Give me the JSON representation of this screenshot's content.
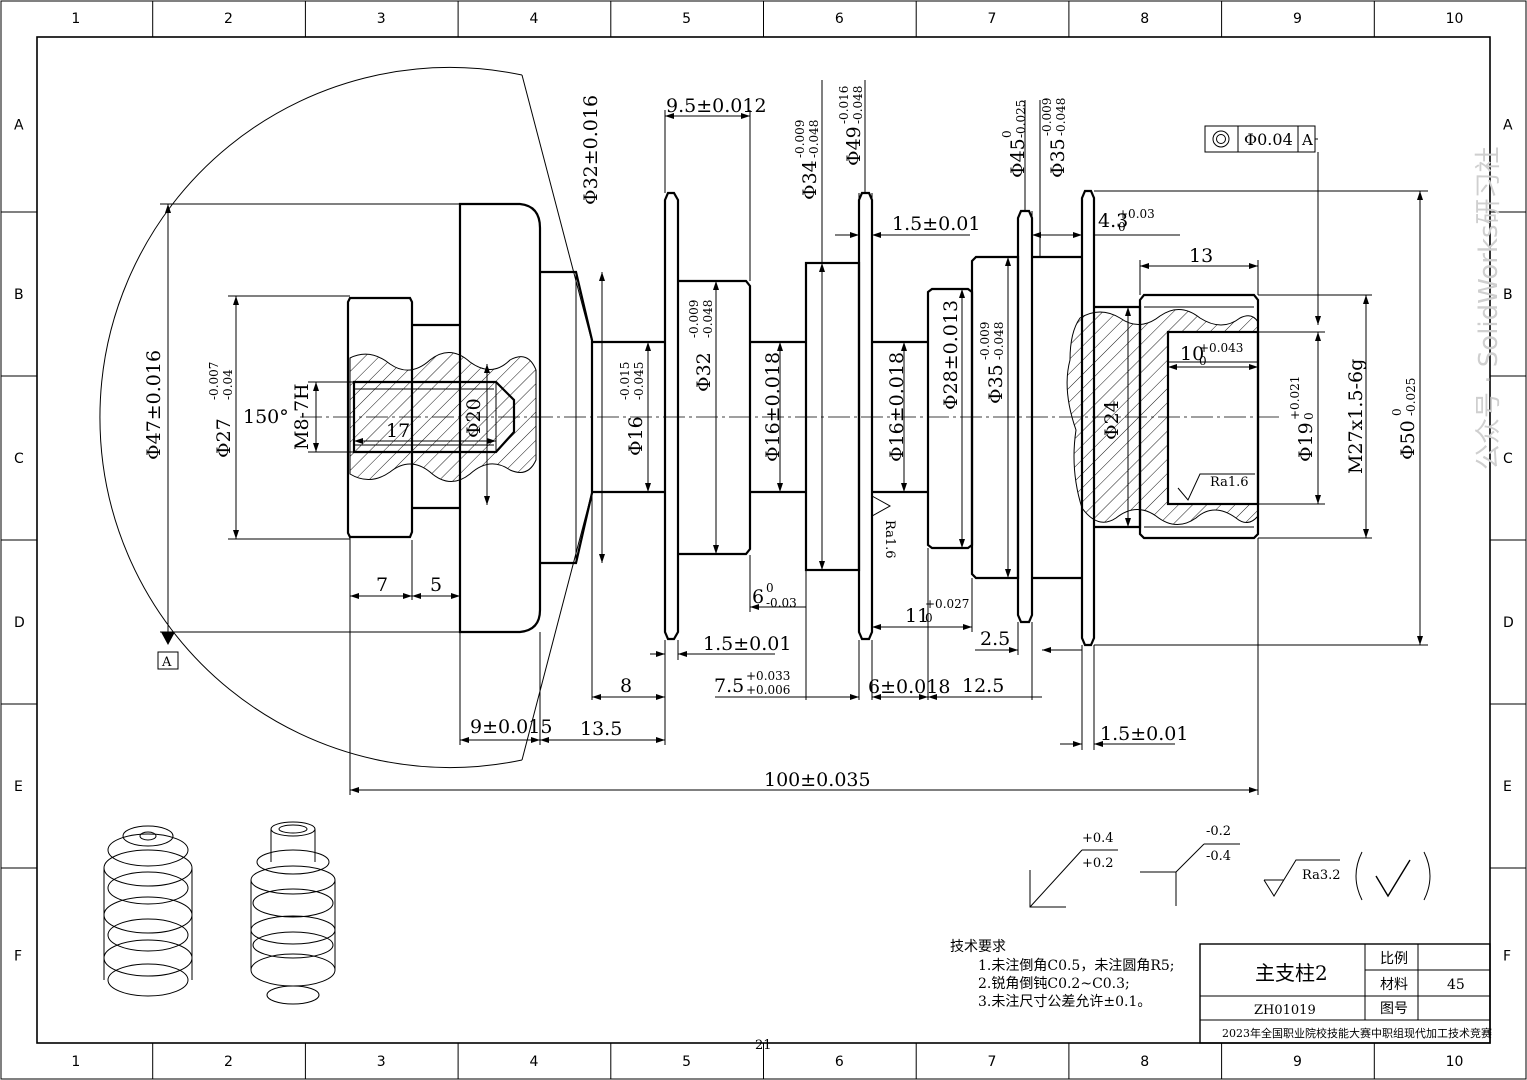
{
  "frame": {
    "columns": [
      "1",
      "2",
      "3",
      "4",
      "5",
      "6",
      "7",
      "8",
      "9",
      "10"
    ],
    "rows": [
      "A",
      "B",
      "C",
      "D",
      "E",
      "F"
    ],
    "page_number": "21"
  },
  "watermark": "公众号 · SolidWorks研习社",
  "datum": {
    "label": "A"
  },
  "geometric_tolerance": {
    "symbol": "◎",
    "value": "Φ0.04",
    "datum": "A"
  },
  "dimensions": {
    "d47": "Φ47±0.016",
    "d27": "Φ27",
    "d27_up": "-0.007",
    "d27_lo": "-0.04",
    "m8": "M8-7H",
    "angle": "150°",
    "len17": "17",
    "d20": "Φ20",
    "d32a": "Φ32±0.016",
    "d16a": "Φ16",
    "d16a_up": "-0.015",
    "d16a_lo": "-0.045",
    "w95": "9.5±0.012",
    "d32b": "Φ32",
    "d32b_up": "-0.009",
    "d32b_lo": "-0.048",
    "d34": "Φ34",
    "d34_up": "-0.009",
    "d34_lo": "-0.048",
    "d16b": "Φ16±0.018",
    "d49": "Φ49",
    "d49_up": "-0.016",
    "d49_lo": "-0.048",
    "w15a": "1.5±0.01",
    "d16c": "Φ16±0.018",
    "d28": "Φ28±0.013",
    "d35a": "Φ35",
    "d35a_up": "-0.009",
    "d35a_lo": "-0.048",
    "d45": "Φ45",
    "d45_up": "0",
    "d45_lo": "-0.025",
    "d35b": "Φ35",
    "d35b_up": "-0.009",
    "d35b_lo": "-0.048",
    "w43": "4.3",
    "w43_up": "+0.03",
    "w43_lo": "0",
    "len13": "13",
    "w10": "10",
    "w10_up": "+0.043",
    "w10_lo": "0",
    "d24": "Φ24",
    "d19": "Φ19",
    "d19_up": "+0.021",
    "d19_lo": "0",
    "m27": "M27x1.5-6g",
    "d50": "Φ50",
    "d50_up": "0",
    "d50_lo": "-0.025",
    "len7": "7",
    "len5": "5",
    "w6": "6",
    "w6_up": "0",
    "w6_lo": "-0.03",
    "w15b": "1.5±0.01",
    "w11": "11",
    "w11_up": "+0.027",
    "w11_lo": "0",
    "w25": "2.5",
    "len8": "8",
    "w75": "7.5",
    "w75_up": "+0.033",
    "w75_lo": "+0.006",
    "w6b": "6±0.018",
    "len125": "12.5",
    "w9": "9±0.015",
    "len135": "13.5",
    "w15c": "1.5±0.01",
    "len100": "100±0.035"
  },
  "roughness": {
    "ra16a": "Ra1.6",
    "ra16b": "Ra1.6",
    "ra32": "Ra3.2"
  },
  "tolerance_notes": {
    "upper_left": "+0.4",
    "lower_left": "+0.2",
    "upper_right": "-0.2",
    "lower_right": "-0.4"
  },
  "tech_requirements": {
    "title": "技术要求",
    "items": [
      "1.未注倒角C0.5，未注圆角R5;",
      "2.锐角倒钝C0.2~C0.3;",
      "3.未注尺寸公差允许±0.1。"
    ]
  },
  "title_block": {
    "part_name": "主支柱2",
    "drawing_no": "ZH01019",
    "scale_label": "比例",
    "scale_value": "",
    "material_label": "材料",
    "material_value": "45",
    "figure_label": "图号",
    "figure_value": "",
    "competition": "2023年全国职业院校技能大赛中职组现代加工技术竞赛"
  }
}
